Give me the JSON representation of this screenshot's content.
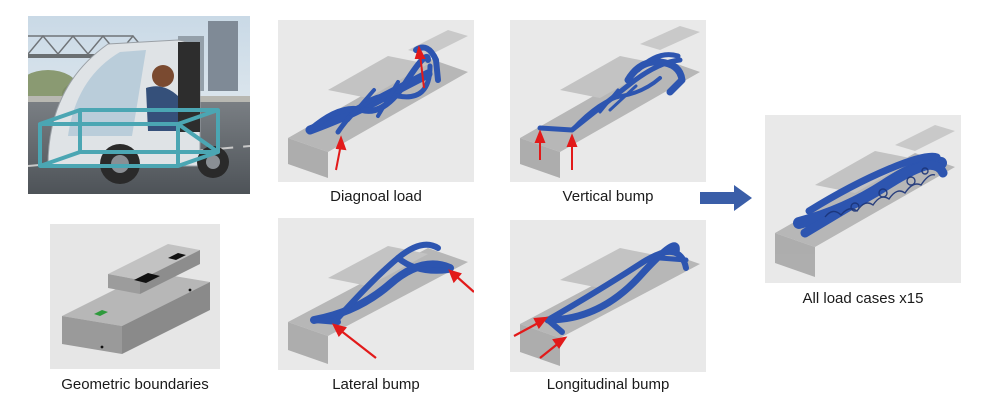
{
  "panels": {
    "photo": {
      "caption": ""
    },
    "geometry": {
      "caption": "Geometric boundaries"
    },
    "diagonal": {
      "caption": "Diagnoal load"
    },
    "vertical": {
      "caption": "Vertical bump"
    },
    "lateral": {
      "caption": "Lateral bump"
    },
    "longitudinal": {
      "caption": "Longitudinal bump"
    },
    "all": {
      "caption": "All load cases x15"
    }
  },
  "colors": {
    "structure_blue": "#2d55b0",
    "structure_dark": "#1b3478",
    "load_arrow": "#e21a1a",
    "flow_arrow": "#3a5ea8",
    "frame_teal": "#4ba6b3",
    "box_gray": "#9a9a9a",
    "panel_bg": "#e9e9e9",
    "marker_green": "#2e9a3c",
    "marker_black": "#111111"
  },
  "icons": {
    "flow": "arrow-right-icon",
    "load": "arrow-icon"
  }
}
